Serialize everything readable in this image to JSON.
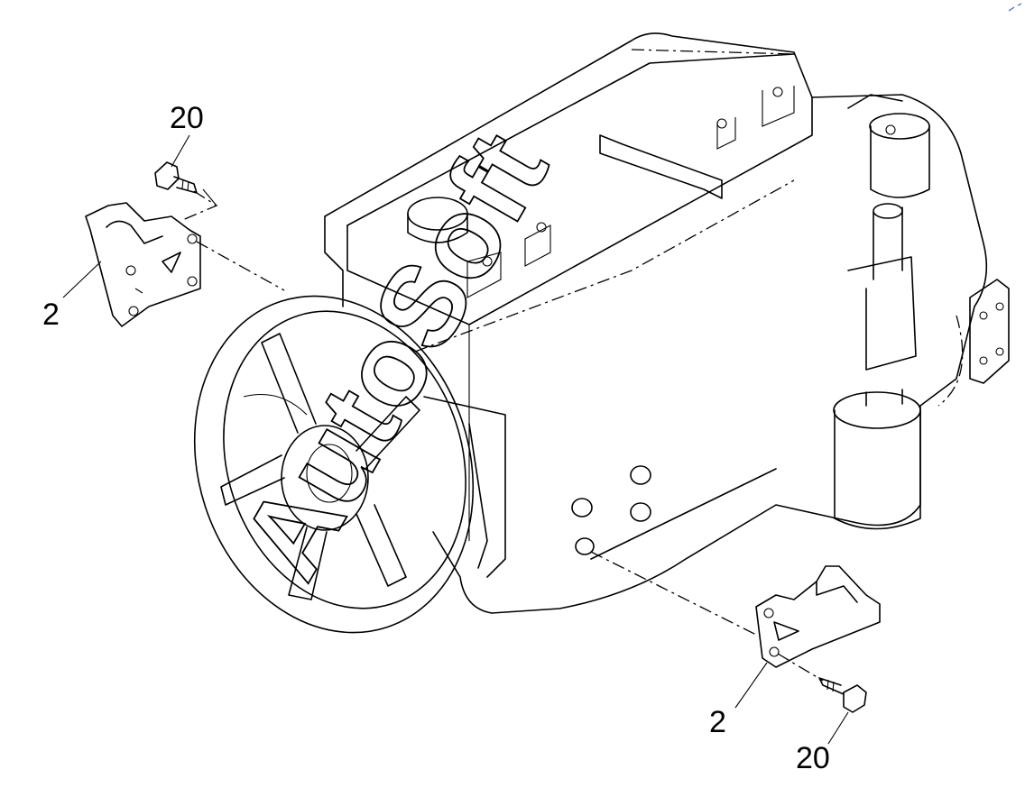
{
  "diagram": {
    "callouts": [
      {
        "id": "bolt-upper",
        "label": "20"
      },
      {
        "id": "bracket-upper",
        "label": "2"
      },
      {
        "id": "bracket-lower",
        "label": "2"
      },
      {
        "id": "bolt-lower",
        "label": "20"
      }
    ],
    "watermark": "AutoSoft",
    "line_color": "#000000",
    "background": "#ffffff"
  }
}
